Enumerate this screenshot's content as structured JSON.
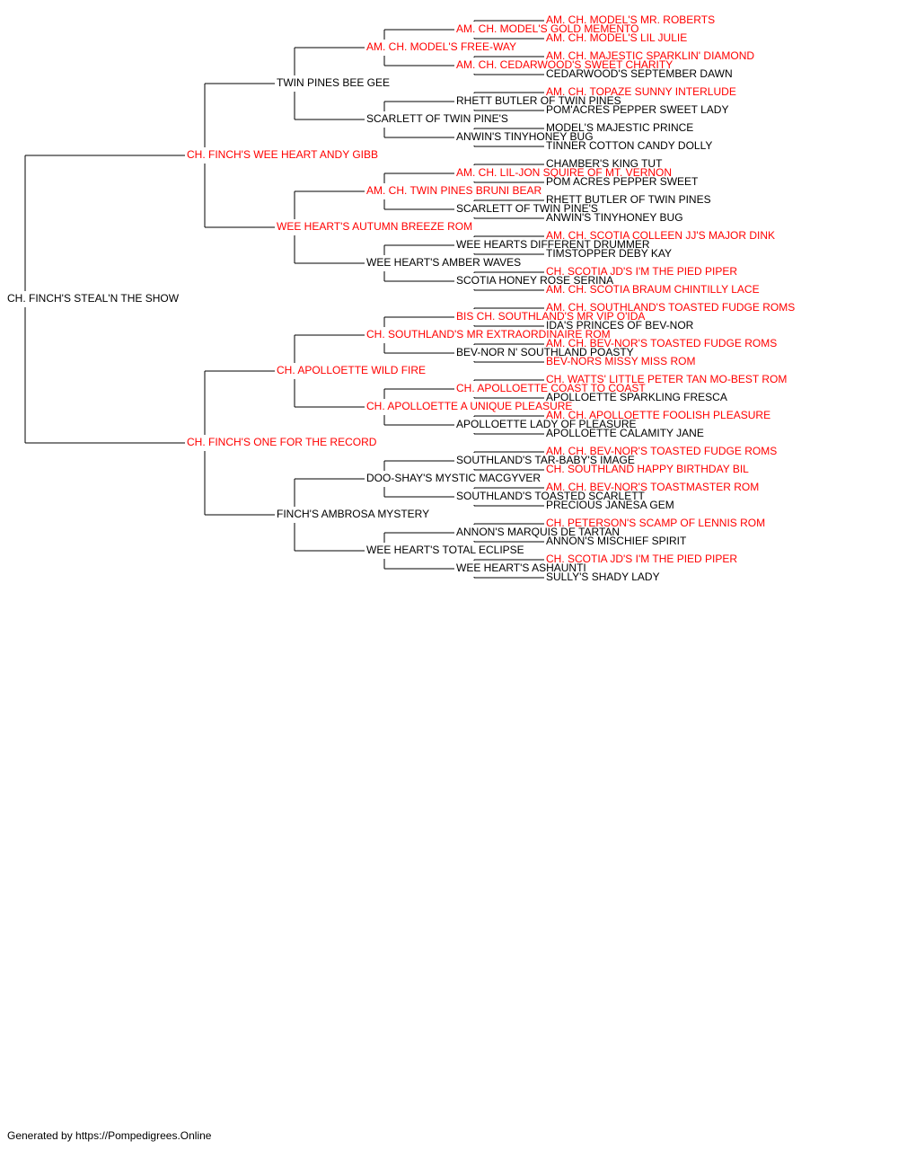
{
  "colors": {
    "champion": "#ff0000",
    "regular": "#000000",
    "line": "#000000"
  },
  "footer": "Generated by https://Pompedigrees.Online",
  "pedigree": {
    "name": "CH. FINCH'S STEAL'N THE SHOW",
    "champion": false,
    "sire": {
      "name": "CH. FINCH'S WEE HEART ANDY GIBB",
      "champion": true,
      "sire": {
        "name": "TWIN PINES BEE GEE",
        "champion": false,
        "sire": {
          "name": "AM. CH. MODEL'S FREE-WAY",
          "champion": true,
          "sire": {
            "name": "AM. CH. MODEL'S GOLD MEMENTO",
            "champion": true,
            "sire": {
              "name": "AM. CH. MODEL'S MR. ROBERTS",
              "champion": true
            },
            "dam": {
              "name": "AM. CH. MODEL'S LIL JULIE",
              "champion": true
            }
          },
          "dam": {
            "name": "AM. CH. CEDARWOOD'S SWEET CHARITY",
            "champion": true,
            "sire": {
              "name": "AM. CH. MAJESTIC SPARKLIN' DIAMOND",
              "champion": true
            },
            "dam": {
              "name": "CEDARWOOD'S SEPTEMBER DAWN",
              "champion": false
            }
          }
        },
        "dam": {
          "name": "SCARLETT OF TWIN PINE'S",
          "champion": false,
          "sire": {
            "name": "RHETT BUTLER OF TWIN PINES",
            "champion": false,
            "sire": {
              "name": "AM. CH. TOPAZE SUNNY INTERLUDE",
              "champion": true
            },
            "dam": {
              "name": "POM'ACRES PEPPER SWEET LADY",
              "champion": false
            }
          },
          "dam": {
            "name": "ANWIN'S TINYHONEY BUG",
            "champion": false,
            "sire": {
              "name": "MODEL'S MAJESTIC PRINCE",
              "champion": false
            },
            "dam": {
              "name": "TINNER COTTON CANDY DOLLY",
              "champion": false
            }
          }
        }
      },
      "dam": {
        "name": "WEE HEART'S AUTUMN BREEZE ROM",
        "champion": true,
        "sire": {
          "name": "AM. CH. TWIN PINES BRUNI BEAR",
          "champion": true,
          "sire": {
            "name": "AM. CH. LIL-JON SQUIRE OF MT. VERNON",
            "champion": true,
            "sire": {
              "name": "CHAMBER'S KING TUT",
              "champion": false
            },
            "dam": {
              "name": "POM ACRES PEPPER SWEET",
              "champion": false
            }
          },
          "dam": {
            "name": "SCARLETT OF TWIN PINE'S",
            "champion": false,
            "sire": {
              "name": "RHETT BUTLER OF TWIN PINES",
              "champion": false
            },
            "dam": {
              "name": "ANWIN'S TINYHONEY BUG",
              "champion": false
            }
          }
        },
        "dam": {
          "name": "WEE HEART'S AMBER WAVES",
          "champion": false,
          "sire": {
            "name": "WEE HEARTS DIFFERENT DRUMMER",
            "champion": false,
            "sire": {
              "name": "AM. CH. SCOTIA COLLEEN JJ'S MAJOR DINK",
              "champion": true
            },
            "dam": {
              "name": "TIMSTOPPER DEBY KAY",
              "champion": false
            }
          },
          "dam": {
            "name": "SCOTIA HONEY ROSE SERINA",
            "champion": false,
            "sire": {
              "name": "CH. SCOTIA JD'S I'M THE PIED PIPER",
              "champion": true
            },
            "dam": {
              "name": "AM. CH. SCOTIA BRAUM CHINTILLY LACE",
              "champion": true
            }
          }
        }
      }
    },
    "dam": {
      "name": "CH. FINCH'S ONE FOR THE RECORD",
      "champion": true,
      "sire": {
        "name": "CH. APOLLOETTE WILD FIRE",
        "champion": true,
        "sire": {
          "name": "CH. SOUTHLAND'S MR EXTRAORDINAIRE ROM",
          "champion": true,
          "sire": {
            "name": "BIS CH. SOUTHLAND'S MR VIP O'IDA",
            "champion": true,
            "sire": {
              "name": "AM. CH. SOUTHLAND'S TOASTED FUDGE ROMS",
              "champion": true
            },
            "dam": {
              "name": "IDA'S PRINCES OF BEV-NOR",
              "champion": false
            }
          },
          "dam": {
            "name": "BEV-NOR N' SOUTHLAND POASTY",
            "champion": false,
            "sire": {
              "name": "AM. CH. BEV-NOR'S TOASTED FUDGE ROMS",
              "champion": true
            },
            "dam": {
              "name": "BEV-NORS MISSY MISS ROM",
              "champion": true
            }
          }
        },
        "dam": {
          "name": "CH. APOLLOETTE A UNIQUE PLEASURE",
          "champion": true,
          "sire": {
            "name": "CH. APOLLOETTE COAST TO COAST",
            "champion": true,
            "sire": {
              "name": "CH. WATTS' LITTLE PETER TAN MO-BEST ROM",
              "champion": true
            },
            "dam": {
              "name": "APOLLOETTE SPARKLING FRESCA",
              "champion": false
            }
          },
          "dam": {
            "name": "APOLLOETTE LADY OF PLEASURE",
            "champion": false,
            "sire": {
              "name": "AM. CH. APOLLOETTE FOOLISH PLEASURE",
              "champion": true
            },
            "dam": {
              "name": "APOLLOETTE CALAMITY JANE",
              "champion": false
            }
          }
        }
      },
      "dam": {
        "name": "FINCH'S AMBROSA MYSTERY",
        "champion": false,
        "sire": {
          "name": "DOO-SHAY'S MYSTIC MACGYVER",
          "champion": false,
          "sire": {
            "name": "SOUTHLAND'S TAR-BABY'S IMAGE",
            "champion": false,
            "sire": {
              "name": "AM. CH. BEV-NOR'S TOASTED FUDGE ROMS",
              "champion": true
            },
            "dam": {
              "name": "CH. SOUTHLAND HAPPY BIRTHDAY BIL",
              "champion": true
            }
          },
          "dam": {
            "name": "SOUTHLAND'S TOASTED SCARLETT",
            "champion": false,
            "sire": {
              "name": "AM. CH. BEV-NOR'S TOASTMASTER ROM",
              "champion": true
            },
            "dam": {
              "name": "PRECIOUS JANESA GEM",
              "champion": false
            }
          }
        },
        "dam": {
          "name": "WEE HEART'S TOTAL ECLIPSE",
          "champion": false,
          "sire": {
            "name": "ANNON'S MARQUIS DE TARTAN",
            "champion": false,
            "sire": {
              "name": "CH. PETERSON'S SCAMP OF LENNIS ROM",
              "champion": true
            },
            "dam": {
              "name": "ANNON'S MISCHIEF SPIRIT",
              "champion": false
            }
          },
          "dam": {
            "name": "WEE HEART'S ASHAUNTI",
            "champion": false,
            "sire": {
              "name": "CH. SCOTIA JD'S I'M THE PIED PIPER",
              "champion": true
            },
            "dam": {
              "name": "SULLY'S SHADY LADY",
              "champion": false
            }
          }
        }
      }
    }
  }
}
